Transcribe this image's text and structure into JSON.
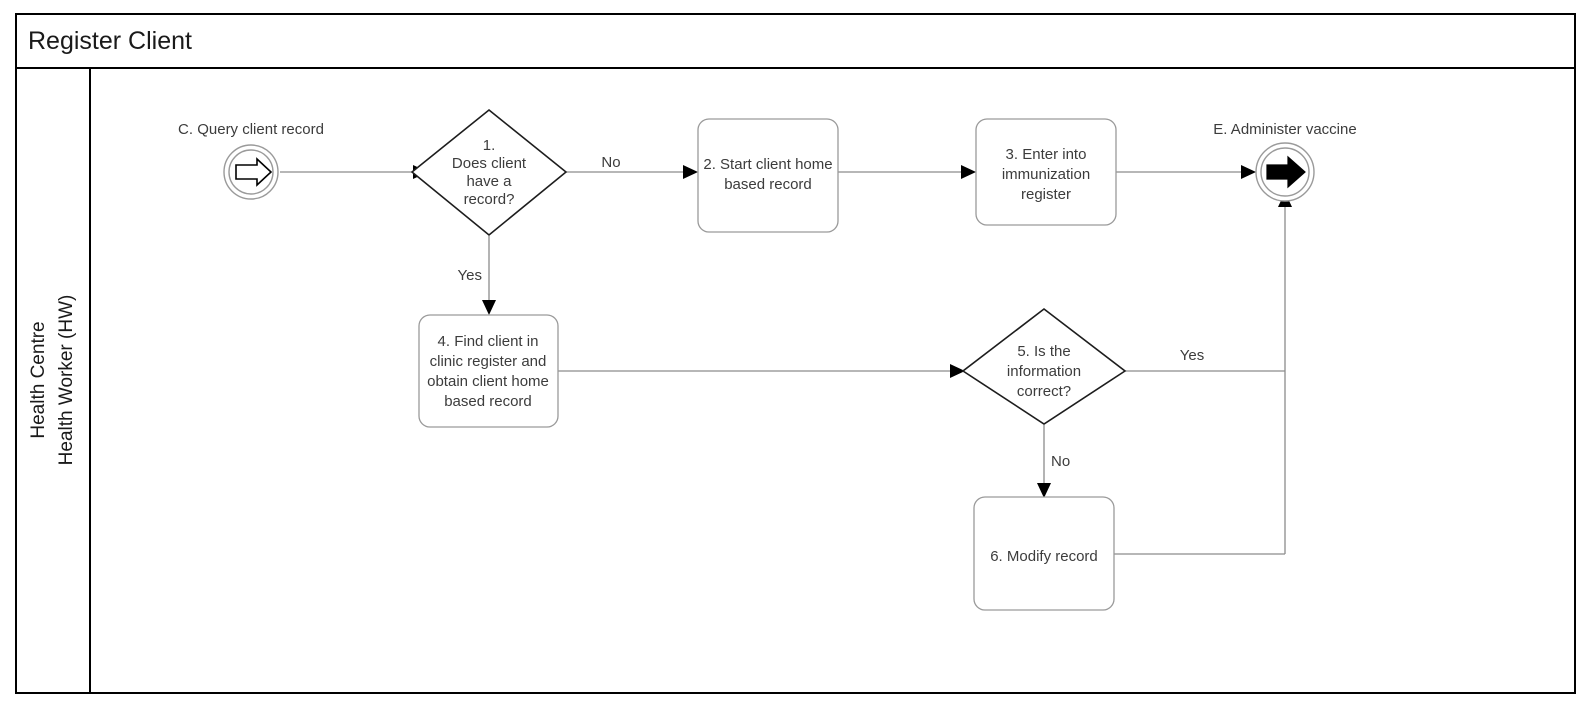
{
  "pool": {
    "title": "Register Client",
    "lane": {
      "line1": "Health Centre",
      "line2": "Health Worker (HW)"
    }
  },
  "events": [
    {
      "id": "start-event",
      "label": "C. Query client record",
      "glyph": "arrow-right-hollow-icon"
    },
    {
      "id": "end-event",
      "label": "E. Administer vaccine",
      "glyph": "arrow-right-solid-icon"
    }
  ],
  "gateways": [
    {
      "id": "gateway-1",
      "lines": [
        "1.",
        "Does client",
        "have a",
        "record?"
      ]
    },
    {
      "id": "gateway-5",
      "lines": [
        "5. Is the",
        "information",
        "correct?"
      ]
    }
  ],
  "tasks": [
    {
      "id": "task-2",
      "lines": [
        "2. Start client home",
        "based record"
      ]
    },
    {
      "id": "task-3",
      "lines": [
        "3. Enter into",
        "immunization",
        "register"
      ]
    },
    {
      "id": "task-4",
      "lines": [
        "4. Find client in",
        "clinic register and",
        "obtain client home",
        "based record"
      ]
    },
    {
      "id": "task-6",
      "lines": [
        "6. Modify record"
      ]
    }
  ],
  "flow_labels": {
    "gateway1_no": "No",
    "gateway1_yes": "Yes",
    "gateway5_yes": "Yes",
    "gateway5_no": "No"
  },
  "colors": {
    "border": "#000000",
    "task_stroke": "#9a9a9a",
    "gateway_stroke": "#1d1d1d",
    "flow_stroke": "#8c8c8c",
    "text": "#3c3c3c",
    "background": "#ffffff"
  }
}
